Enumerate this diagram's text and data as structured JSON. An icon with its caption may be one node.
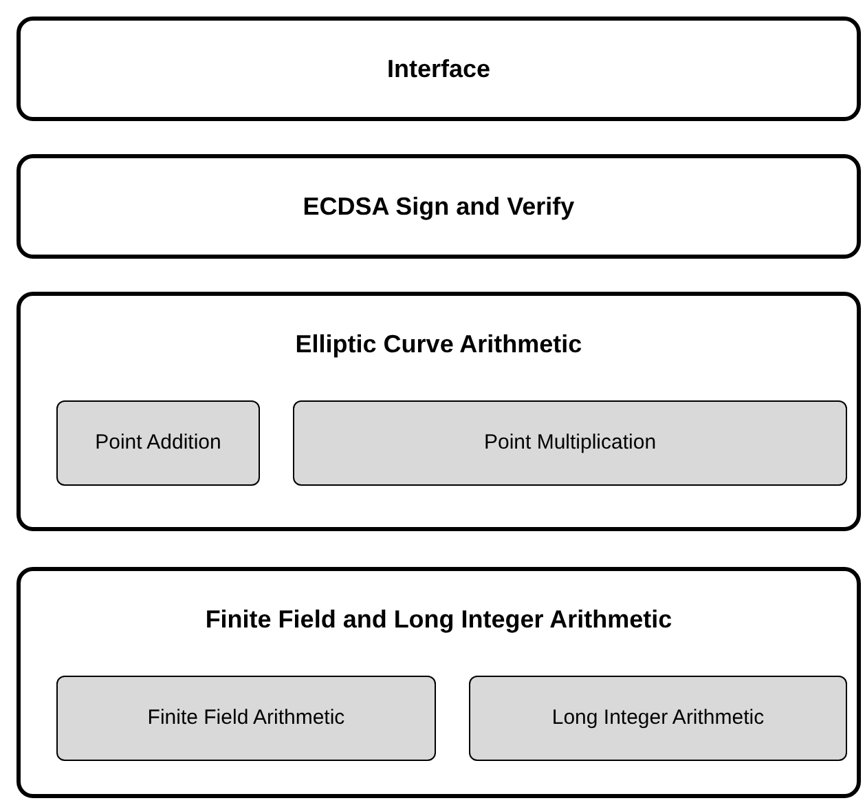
{
  "diagram": {
    "nodes": [
      {
        "text": [
          "Interface"
        ]
      },
      {
        "text": [
          "ECDSA Sign and Verify"
        ]
      },
      {
        "text": [
          "Elliptic Curve Arithmetic"
        ]
      },
      {
        "text": [
          "Point Addition"
        ],
        "in": 2
      },
      {
        "text": [
          "Point Multiplication"
        ],
        "in": 2
      },
      {
        "text": [
          "Finite Field and Long Integer Arithmetic"
        ]
      },
      {
        "text": [
          "Finite Field Arithmetic"
        ],
        "in": 5
      },
      {
        "text": [
          "Long Integer Arithmetic"
        ],
        "in": 5
      }
    ]
  }
}
